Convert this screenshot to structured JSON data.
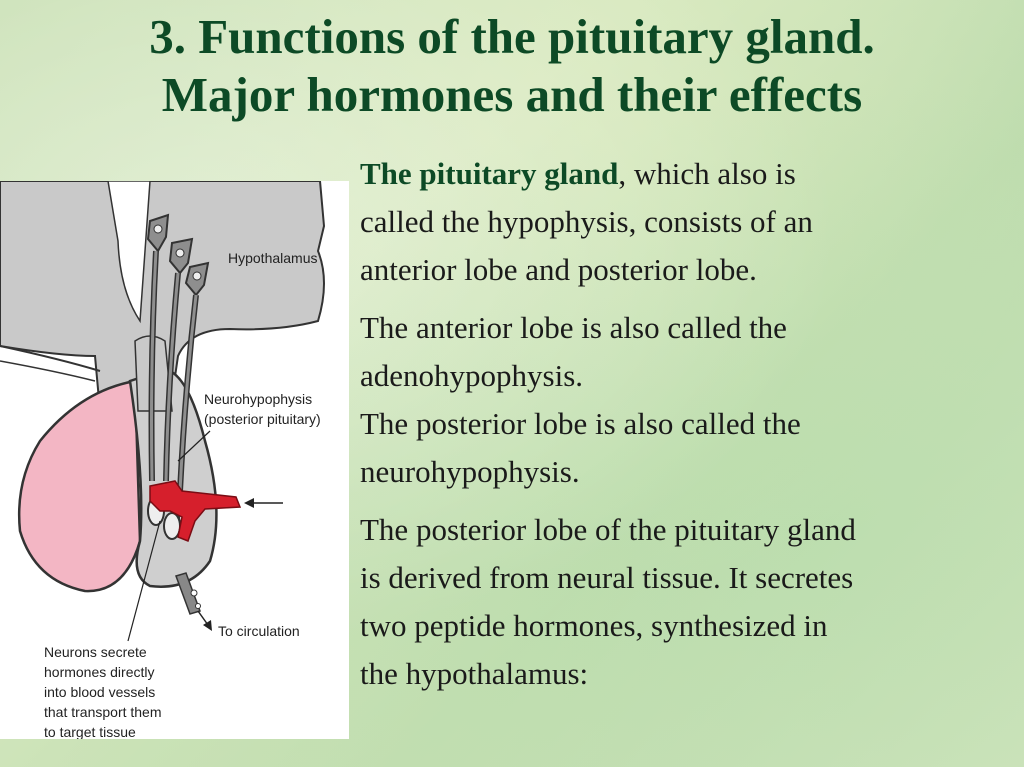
{
  "title": {
    "line1": "3. Functions of the pituitary gland.",
    "line2": "Major hormones and their effects"
  },
  "diagram": {
    "label_hypothalamus": "Hypothalamus",
    "label_neuro_1": "Neurohypophysis",
    "label_neuro_2": "(posterior pituitary)",
    "label_circulation": "To circulation",
    "label_neurons_1": "Neurons secrete",
    "label_neurons_2": "hormones directly",
    "label_neurons_3": "into blood vessels",
    "label_neurons_4": "that transport them",
    "label_neurons_5": "to target tissue",
    "colors": {
      "pink_lobe": "#f3b6c4",
      "gray_tissue": "#c9c9c9",
      "blood_vessel": "#d61f2c"
    }
  },
  "text": {
    "p1_bold": "The pituitary gland",
    "p1_rest_a": ", which also is",
    "p1_line2": "called the hypophysis, consists of an",
    "p1_line3": "anterior  lobe and posterior lobe.",
    "p2_line1": "The anterior lobe is also called the",
    "p2_line2": "adenohypophysis.",
    "p3_line1": "The posterior lobe is also called the",
    "p3_line2": "neurohypophysis.",
    "p4_line1": "The posterior lobe of the pituitary gland",
    "p4_line2": "is derived from neural tissue. It secretes",
    "p4_line3": "two peptide hormones, synthesized in",
    "p4_line4": "the hypothalamus:"
  }
}
